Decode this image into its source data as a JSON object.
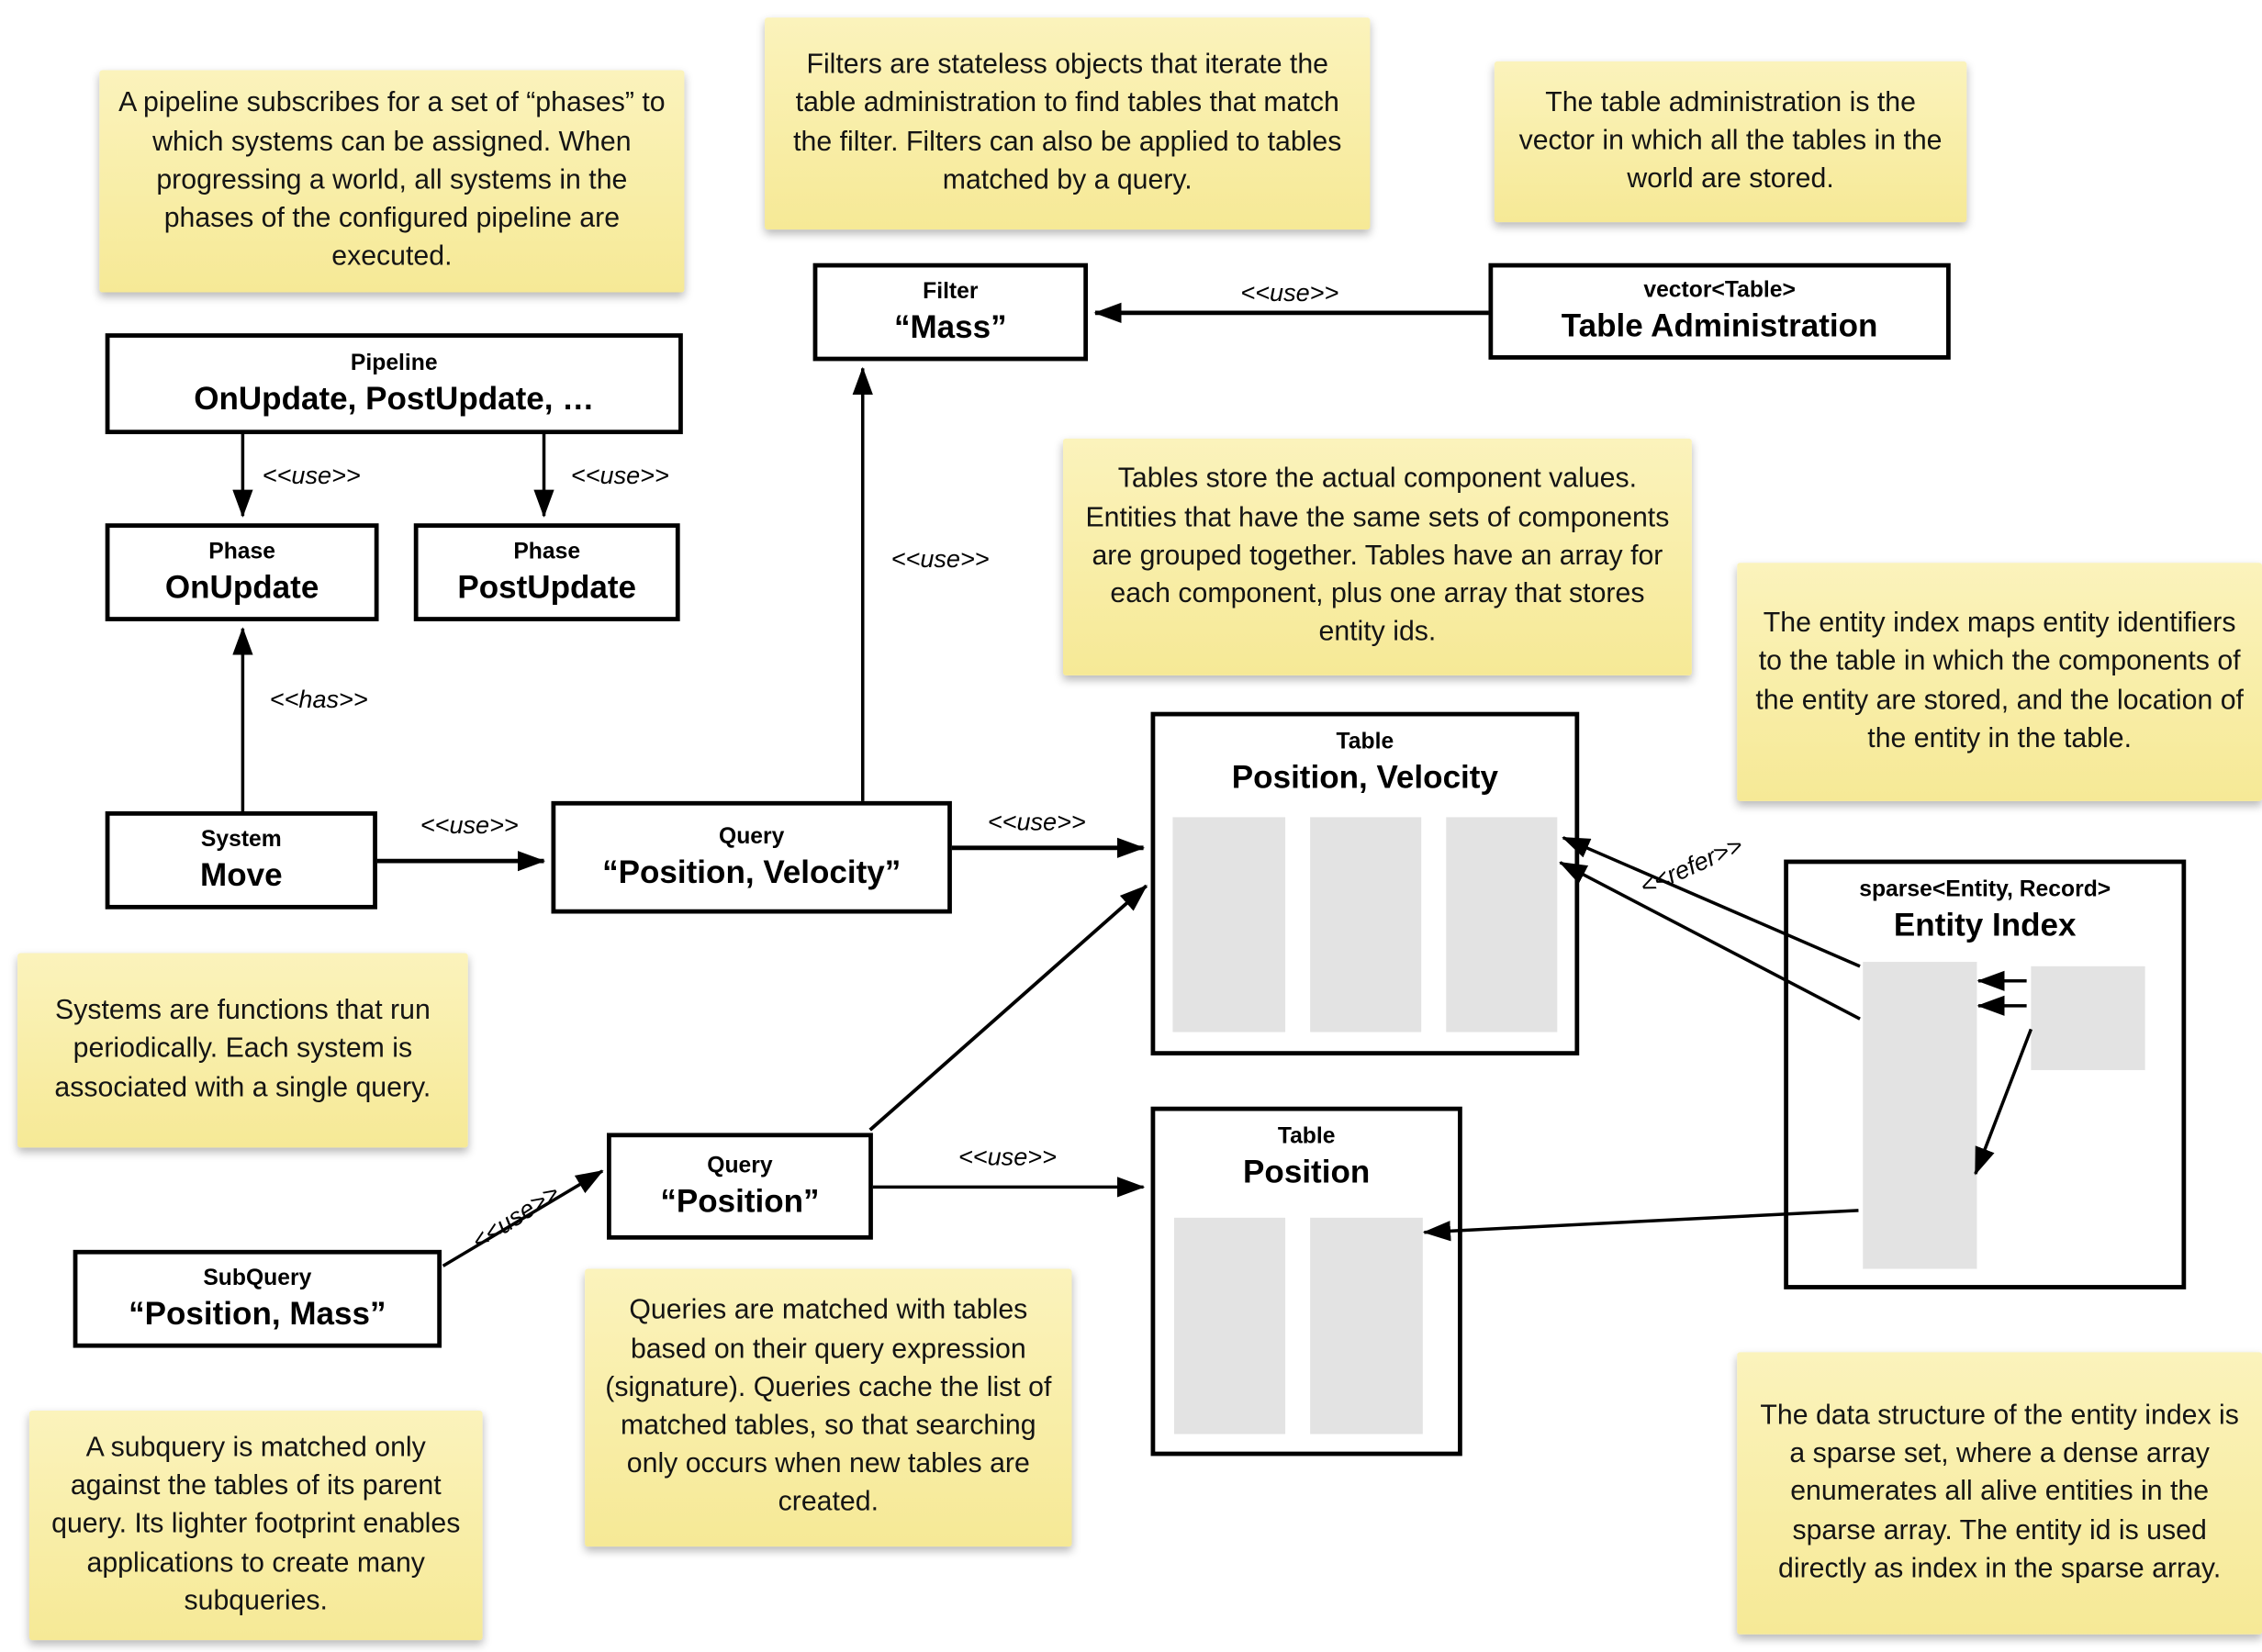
{
  "notes": {
    "pipeline": "A pipeline subscribes for a set of “phases” to which systems can be assigned. When progressing a world, all systems in the phases of the configured pipeline are executed.",
    "filters": "Filters are stateless objects that iterate the table administration to find tables that match the filter. Filters can also be applied to tables matched by a query.",
    "table_admin": "The table administration is the vector in which all the tables in the world are stored.",
    "tables": "Tables store the actual component values. Entities that have the same sets of components are grouped together. Tables have an array for each component, plus one array that stores entity ids.",
    "entity_index": "The entity index maps entity identifiers to the table in which the components of the entity are stored, and the location of the entity in the table.",
    "systems": "Systems are functions that run periodically. Each system is associated with a single query.",
    "queries": "Queries are matched with tables based on their query expression (signature). Queries cache the list of matched tables, so that searching only occurs when new tables are created.",
    "subquery": "A subquery is matched only against the tables of its parent query. Its lighter footprint enables applications to create many subqueries.",
    "sparse_set": "The data structure of the entity index is a sparse set, where a dense array enumerates all alive entities in the sparse array. The entity id is used directly as index in the sparse array."
  },
  "nodes": {
    "filter": {
      "stereotype": "Filter",
      "name": "“Mass”"
    },
    "table_admin": {
      "stereotype": "vector<Table>",
      "name": "Table Administration"
    },
    "pipeline": {
      "stereotype": "Pipeline",
      "name": "OnUpdate, PostUpdate, …"
    },
    "phase_on": {
      "stereotype": "Phase",
      "name": "OnUpdate"
    },
    "phase_post": {
      "stereotype": "Phase",
      "name": "PostUpdate"
    },
    "system": {
      "stereotype": "System",
      "name": "Move"
    },
    "query_pv": {
      "stereotype": "Query",
      "name": "“Position, Velocity”"
    },
    "table_pv": {
      "stereotype": "Table",
      "name": "Position, Velocity"
    },
    "table_pos": {
      "stereotype": "Table",
      "name": "Position"
    },
    "entity_index": {
      "stereotype": "sparse<Entity, Record>",
      "name": "Entity Index"
    },
    "subquery": {
      "stereotype": "SubQuery",
      "name": "“Position, Mass”"
    },
    "query_pos": {
      "stereotype": "Query",
      "name": "“Position”"
    }
  },
  "edges": {
    "ta_filter": {
      "label": "<<use>>"
    },
    "qpv_filter": {
      "label": "<<use>>"
    },
    "pipe_onupdate": {
      "label": "<<use>>"
    },
    "pipe_postupdate": {
      "label": "<<use>>"
    },
    "system_phase": {
      "label": "<<has>>"
    },
    "system_qpv": {
      "label": "<<use>>"
    },
    "qpv_tablepv": {
      "label": "<<use>>"
    },
    "qpos_tablepos": {
      "label": "<<use>>"
    },
    "subquery_qpos": {
      "label": "<<use>>"
    },
    "ei_refer": {
      "label": "<<refer>>"
    }
  },
  "colors": {
    "note_top": "#FBF3BC",
    "note_bottom": "#F6E996",
    "box_bg": "#FFFFFF",
    "box_border": "#000000",
    "array_fill": "#E3E3E3",
    "line": "#000000"
  }
}
